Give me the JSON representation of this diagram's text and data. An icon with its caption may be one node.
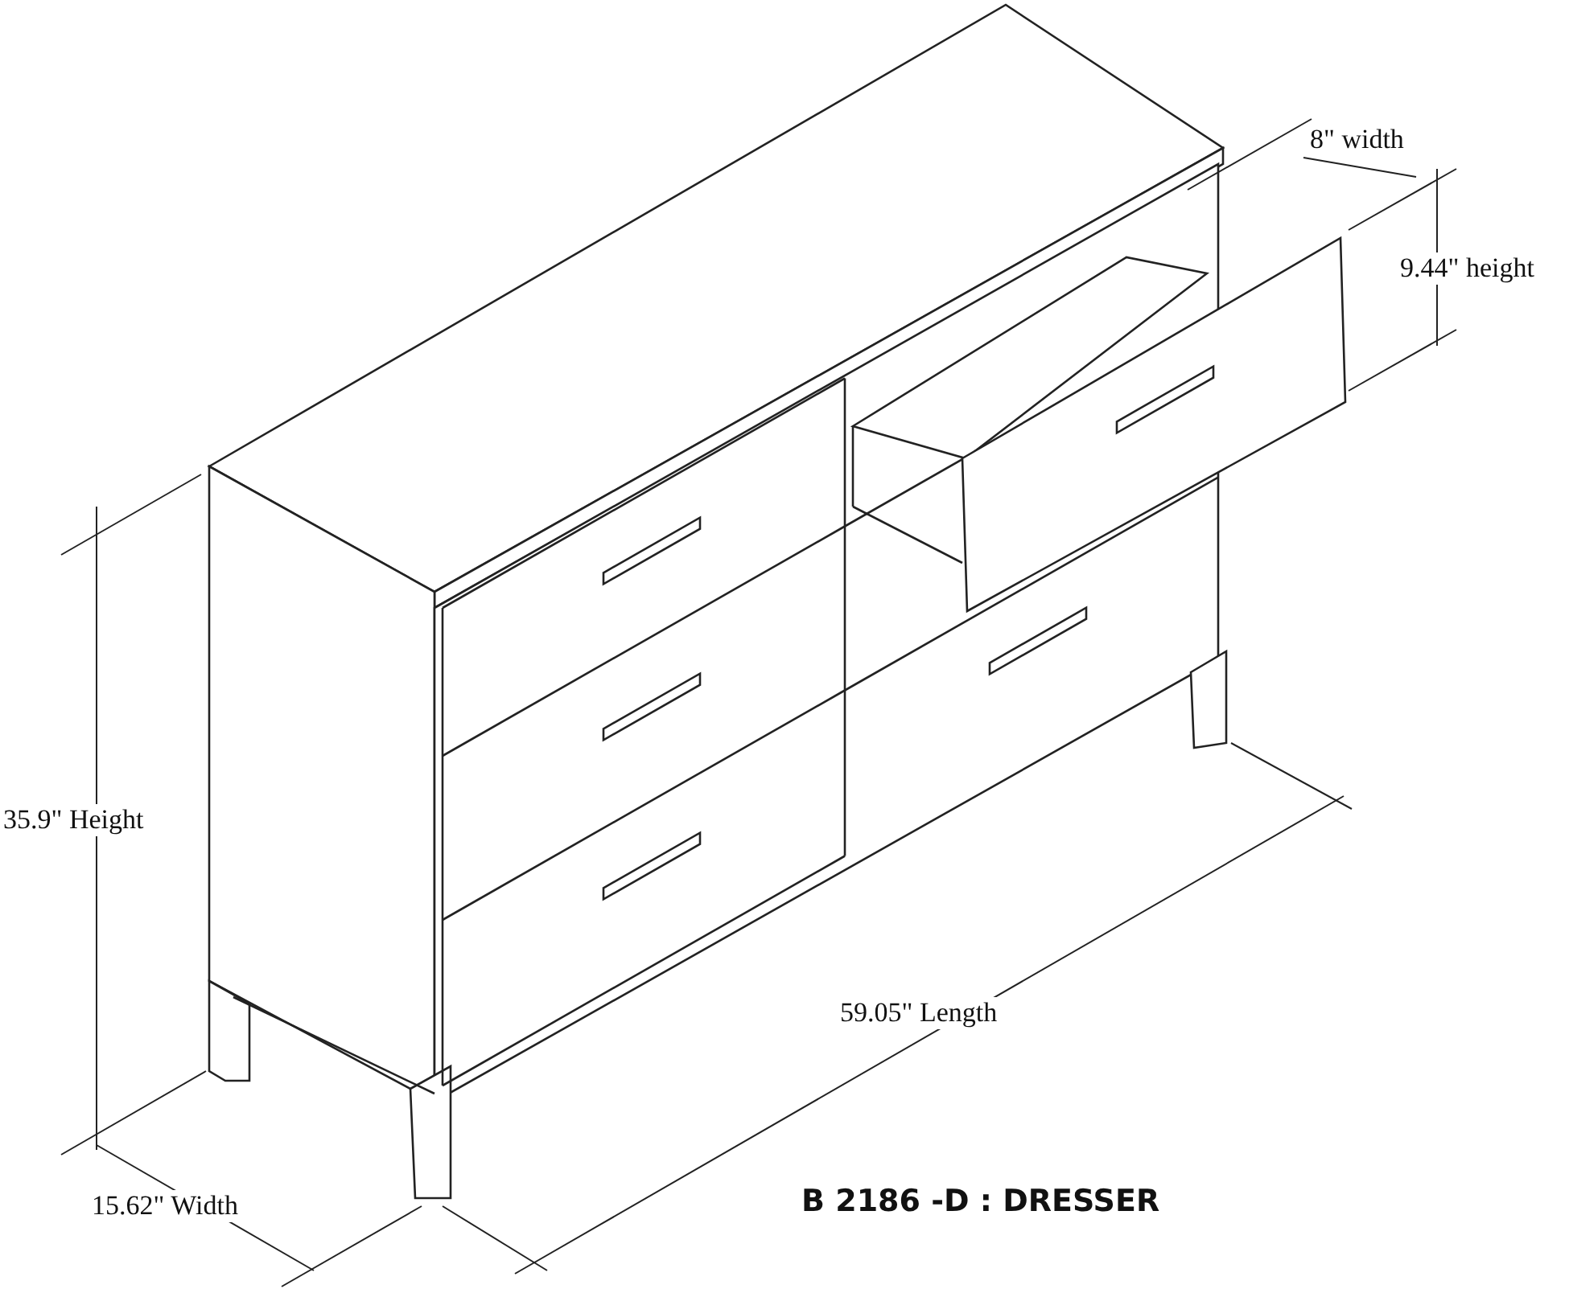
{
  "diagram": {
    "title": "B 2186 -D  : DRESSER",
    "labels": [
      "8\" width",
      "9.44\" height",
      "35.9\" Height",
      "59.05\" Length",
      "15.62\" Width"
    ]
  }
}
